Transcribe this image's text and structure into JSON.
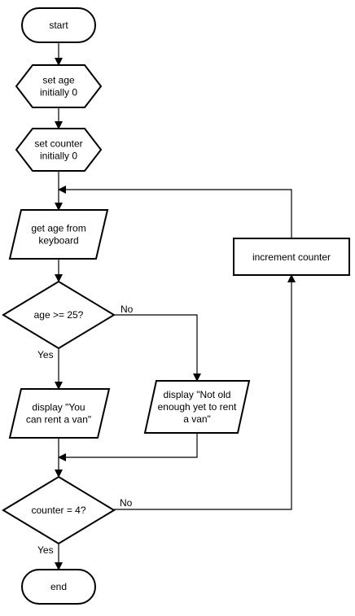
{
  "nodes": {
    "start": {
      "lines": [
        "start"
      ]
    },
    "set_age": {
      "lines": [
        "set age",
        "initially 0"
      ]
    },
    "set_counter": {
      "lines": [
        "set counter",
        "initially 0"
      ]
    },
    "get_age": {
      "lines": [
        "get age from",
        "keyboard"
      ]
    },
    "age_check": {
      "lines": [
        "age >= 25?"
      ]
    },
    "display_yes": {
      "lines": [
        "display \"You",
        "can rent a van\""
      ]
    },
    "display_no": {
      "lines": [
        "display \"Not old",
        "enough yet to rent",
        "a van\""
      ]
    },
    "counter_check": {
      "lines": [
        "counter = 4?"
      ]
    },
    "increment": {
      "lines": [
        "increment counter"
      ]
    },
    "end": {
      "lines": [
        "end"
      ]
    }
  },
  "edge_labels": {
    "age_no": "No",
    "age_yes": "Yes",
    "counter_no": "No",
    "counter_yes": "Yes"
  }
}
